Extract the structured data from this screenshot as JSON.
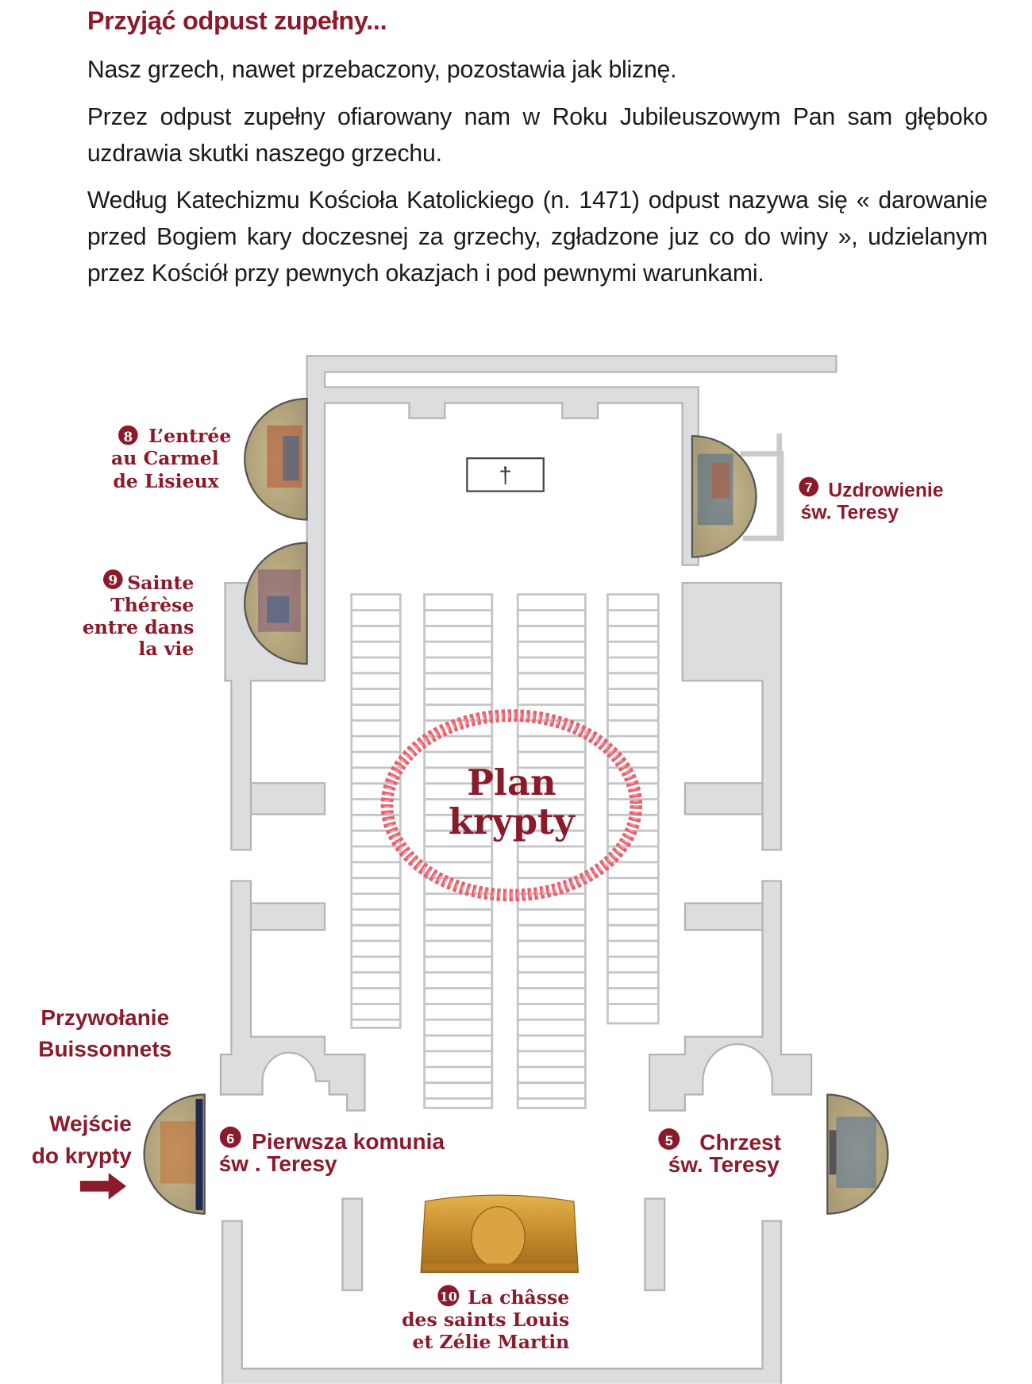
{
  "heading": "Przyjąć odpust zupełny...",
  "paragraphs": [
    "Nasz grzech, nawet przebaczony, pozostawia jak bliznę.",
    "Przez odpust zupełny ofiarowany nam w Roku Jubileuszowym Pan sam głęboko uzdrawia skutki naszego grzechu.",
    "Według Katechizmu Kościoła Katolickiego (n. 1471) odpust nazywa się « darowanie przed Bogiem kary doczesnej za grzechy, zgładzone juz co do winy », udzielanym przez Kościół przy pewnych okazjach i pod pewnymi warunkami."
  ],
  "plan": {
    "title_line1": "Plan",
    "title_line2": "krypty",
    "altar_symbol": "†",
    "colors": {
      "accent": "#8b1a2b",
      "wall": "#dcdddf",
      "wall_edge": "#b3b4b6",
      "wreath": "#e8616e"
    },
    "labels": {
      "l8": {
        "num": "8",
        "lines": [
          "L’entrée",
          "au Carmel",
          "de Lisieux"
        ]
      },
      "l9": {
        "num": "9",
        "lines": [
          "Sainte",
          "Thérèse",
          "entre dans",
          "la vie"
        ]
      },
      "l7": {
        "num": "7",
        "lines": [
          "Uzdrowienie",
          "św. Teresy"
        ]
      },
      "buissonnets": {
        "lines": [
          "Przywołanie",
          "Buissonnets"
        ]
      },
      "entrance": {
        "lines": [
          "Wejście",
          "do krypty"
        ]
      },
      "l6": {
        "num": "6",
        "lines": [
          "Pierwsza komunia",
          "św . Teresy"
        ]
      },
      "l5": {
        "num": "5",
        "lines": [
          "Chrzest",
          "św. Teresy"
        ]
      },
      "l10": {
        "num": "10",
        "lines": [
          "La châsse",
          "des saints Louis",
          "et Zélie Martin"
        ]
      }
    }
  }
}
